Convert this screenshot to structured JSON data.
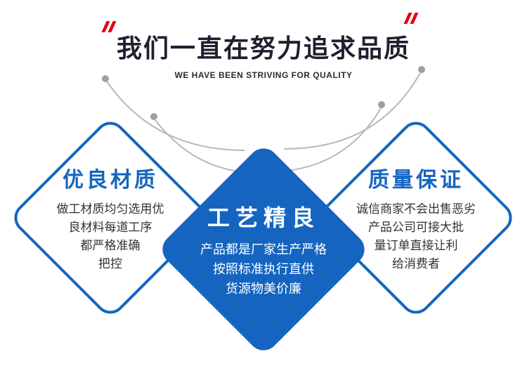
{
  "header": {
    "title": "我们一直在努力追求品质",
    "subtitle": "WE HAVE BEEN STRIVING FOR QUALITY"
  },
  "diamonds": {
    "left": {
      "title": "优良材质",
      "lines": [
        "做工材质均匀选用优",
        "良材料每道工序",
        "都严格准确",
        "把控"
      ]
    },
    "center": {
      "title": "工艺精良",
      "lines": [
        "产品都是厂家生产严格",
        "按照标准执行直供",
        "货源物美价廉"
      ]
    },
    "right": {
      "title": "质量保证",
      "lines": [
        "诚信商家不会出售恶劣",
        "产品公司可接大批",
        "量订单直接让利",
        "给消费者"
      ]
    }
  },
  "colors": {
    "blue": "#1565c0",
    "red": "#e60012",
    "dark": "#1f1f2e",
    "gray": "#b8b8b8",
    "dot": "#9f9f9f",
    "body": "#333333"
  }
}
